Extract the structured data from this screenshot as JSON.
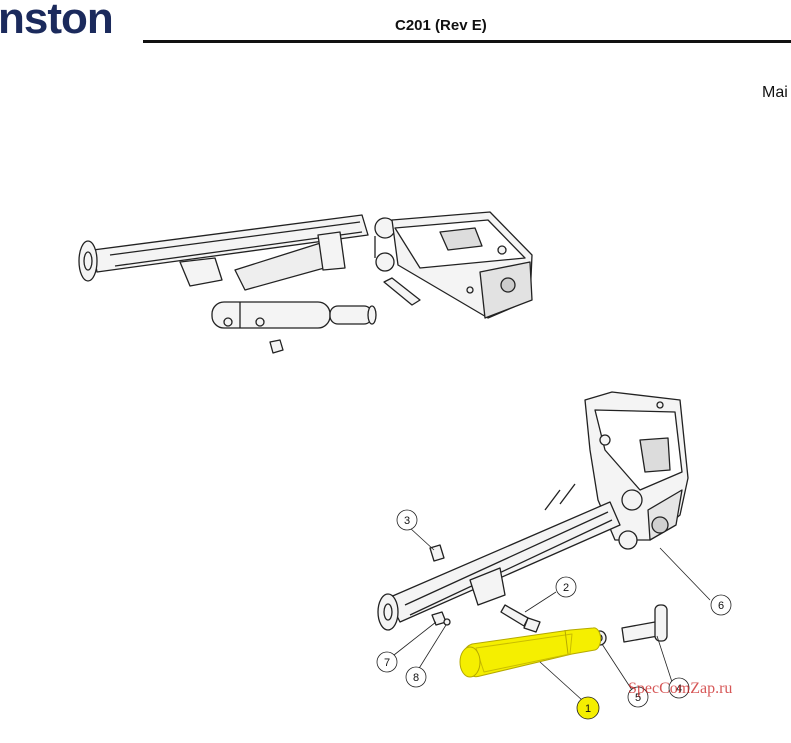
{
  "header": {
    "brand": "nston",
    "document_title": "C201 (Rev E)",
    "section_label": "Mai"
  },
  "callouts": [
    "1",
    "2",
    "3",
    "4",
    "5",
    "6",
    "7",
    "8"
  ],
  "highlight_color": "#f5ef00",
  "watermark": "SpecComZap.ru"
}
